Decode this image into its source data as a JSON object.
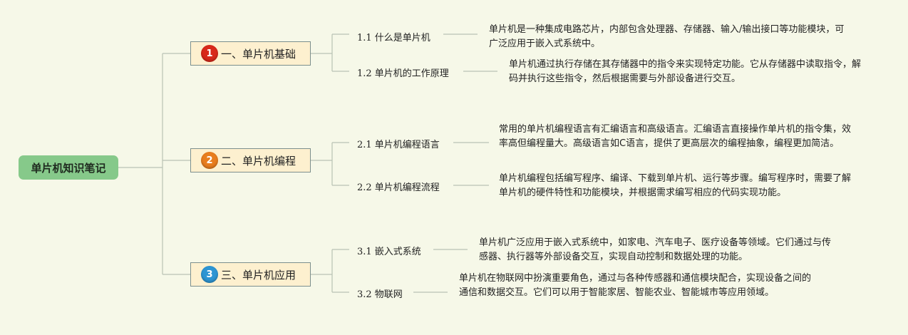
{
  "root": {
    "label": "单片机知识笔记"
  },
  "colors": {
    "background": "#f6f8e8",
    "connector": "#b9c2b4",
    "root_fill": "#86c98a",
    "branch_fill": "#fdf0cf",
    "badge_1": "#d8281a",
    "badge_2": "#e87d1e",
    "badge_3": "#2d95d3"
  },
  "branches": [
    {
      "badge": "1",
      "label": "一、单片机基础",
      "topics": [
        {
          "label": "1.1 什么是单片机",
          "note": "单片机是一种集成电路芯片，内部包含处理器、存储器、输入/输出接口等功能模块，可广泛应用于嵌入式系统中。"
        },
        {
          "label": "1.2 单片机的工作原理",
          "note": "单片机通过执行存储在其存储器中的指令来实现特定功能。它从存储器中读取指令，解码并执行这些指令，然后根据需要与外部设备进行交互。"
        }
      ]
    },
    {
      "badge": "2",
      "label": "二、单片机编程",
      "topics": [
        {
          "label": "2.1 单片机编程语言",
          "note": "常用的单片机编程语言有汇编语言和高级语言。汇编语言直接操作单片机的指令集，效率高但编程量大。高级语言如C语言，提供了更高层次的编程抽象，编程更加简洁。"
        },
        {
          "label": "2.2 单片机编程流程",
          "note": "单片机编程包括编写程序、编译、下载到单片机、运行等步骤。编写程序时，需要了解单片机的硬件特性和功能模块，并根据需求编写相应的代码实现功能。"
        }
      ]
    },
    {
      "badge": "3",
      "label": "三、单片机应用",
      "topics": [
        {
          "label": "3.1 嵌入式系统",
          "note": "单片机广泛应用于嵌入式系统中，如家电、汽车电子、医疗设备等领域。它们通过与传感器、执行器等外部设备交互，实现自动控制和数据处理的功能。"
        },
        {
          "label": "3.2 物联网",
          "note": "单片机在物联网中扮演重要角色，通过与各种传感器和通信模块配合，实现设备之间的通信和数据交互。它们可以用于智能家居、智能农业、智能城市等应用领域。"
        }
      ]
    }
  ]
}
